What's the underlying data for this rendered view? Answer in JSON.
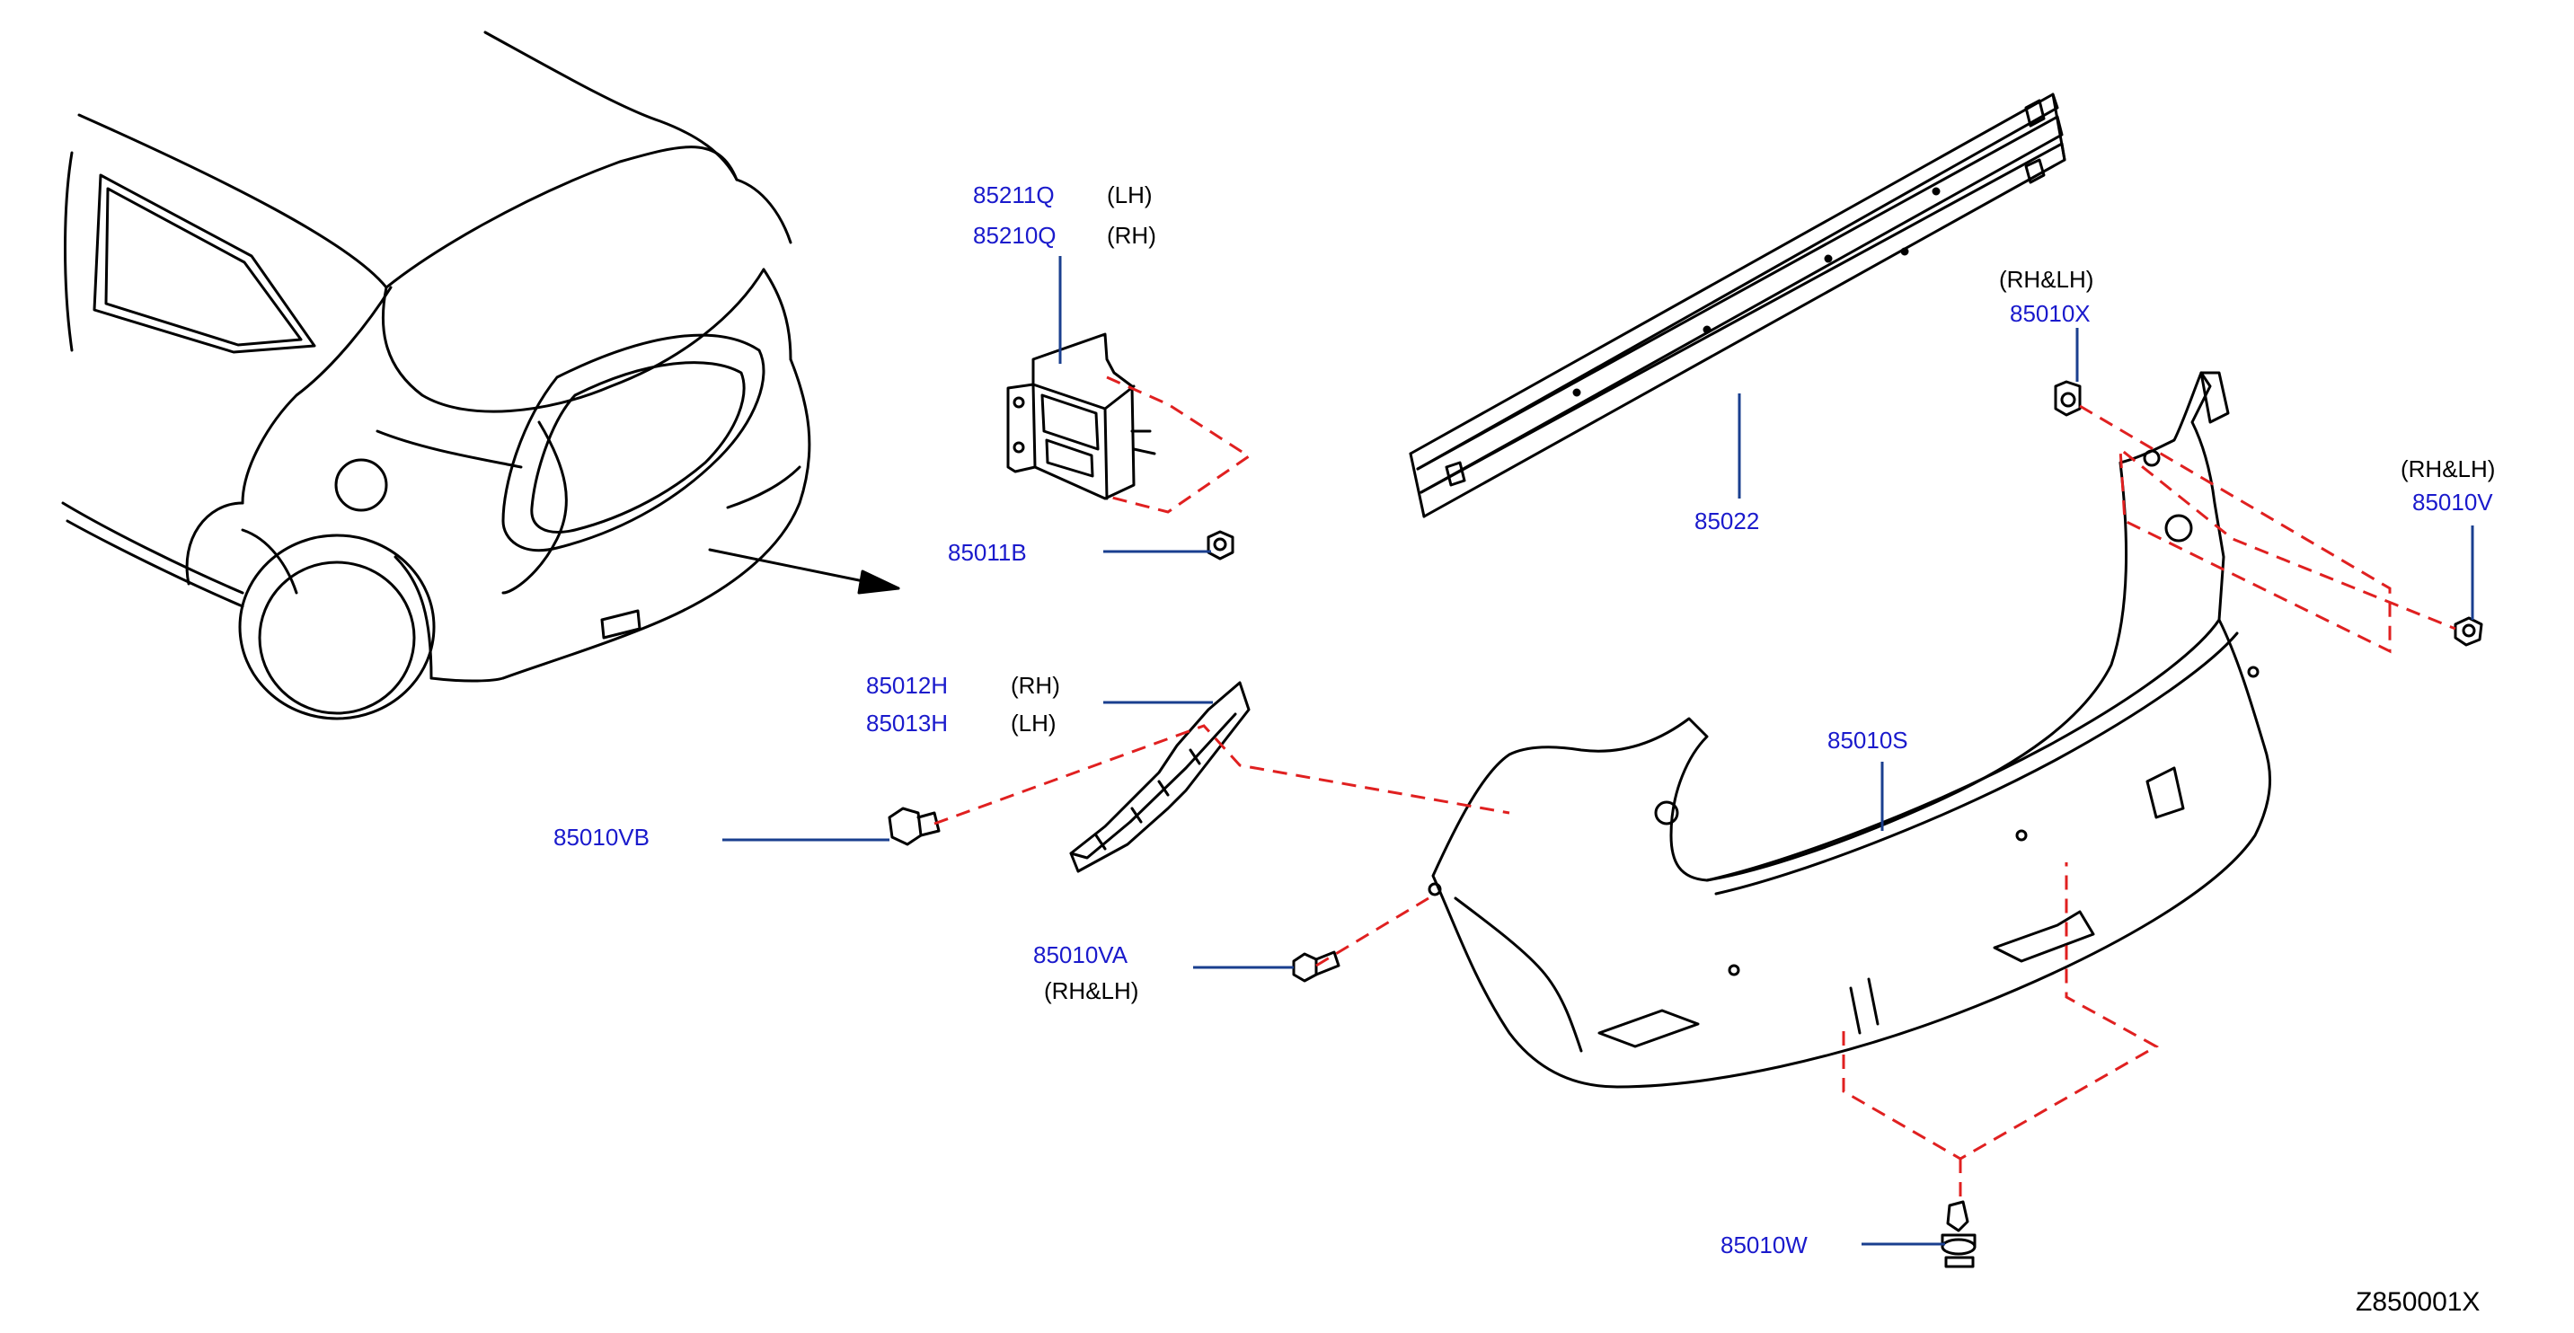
{
  "colors": {
    "part_number": "#1a1acc",
    "leader": "#1a3f8f",
    "phantom": "#e02020",
    "line": "#000000"
  },
  "reference_code": "Z850001X",
  "parts": {
    "p85211Q": {
      "number": "85211Q",
      "side": "(LH)"
    },
    "p85210Q": {
      "number": "85210Q",
      "side": "(RH)"
    },
    "p85011B": {
      "number": "85011B"
    },
    "p85022": {
      "number": "85022"
    },
    "p85010X": {
      "number": "85010X",
      "side": "(RH&LH)"
    },
    "p85010V": {
      "number": "85010V",
      "side": "(RH&LH)"
    },
    "p85012H": {
      "number": "85012H",
      "side": "(RH)"
    },
    "p85013H": {
      "number": "85013H",
      "side": "(LH)"
    },
    "p85010VB": {
      "number": "85010VB"
    },
    "p85010S": {
      "number": "85010S"
    },
    "p85010VA": {
      "number": "85010VA",
      "side": "(RH&LH)"
    },
    "p85010W": {
      "number": "85010W"
    }
  }
}
